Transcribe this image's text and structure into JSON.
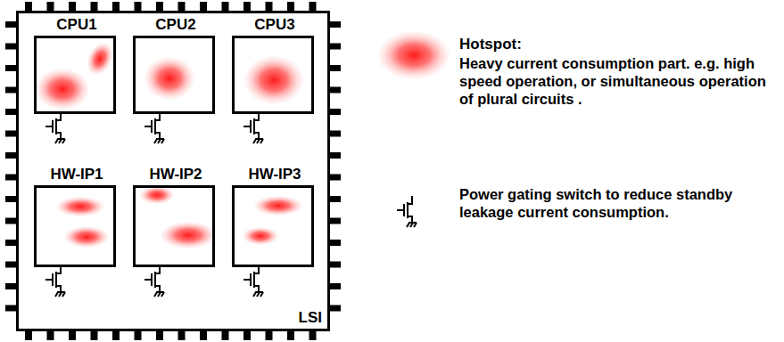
{
  "diagram": {
    "nodes": [
      {
        "text": [
          "LSI"
        ]
      },
      {
        "text": [
          "CPU1"
        ],
        "in": 0
      },
      {
        "text": [
          "CPU2"
        ],
        "in": 0
      },
      {
        "text": [
          "CPU3"
        ],
        "in": 0
      },
      {
        "text": [
          "HW-IP1"
        ],
        "in": 0
      },
      {
        "text": [
          "HW-IP2"
        ],
        "in": 0
      },
      {
        "text": [
          "HW-IP3"
        ],
        "in": 0
      }
    ],
    "labels": [
      "Hotspot:"
    ],
    "legend": [
      {
        "text": "Heavy current consumption part. e.g. high speed operation, or simultaneous operation of plural circuits ."
      },
      {
        "text": "Power gating switch to reduce standby leakage current consumption."
      }
    ]
  }
}
